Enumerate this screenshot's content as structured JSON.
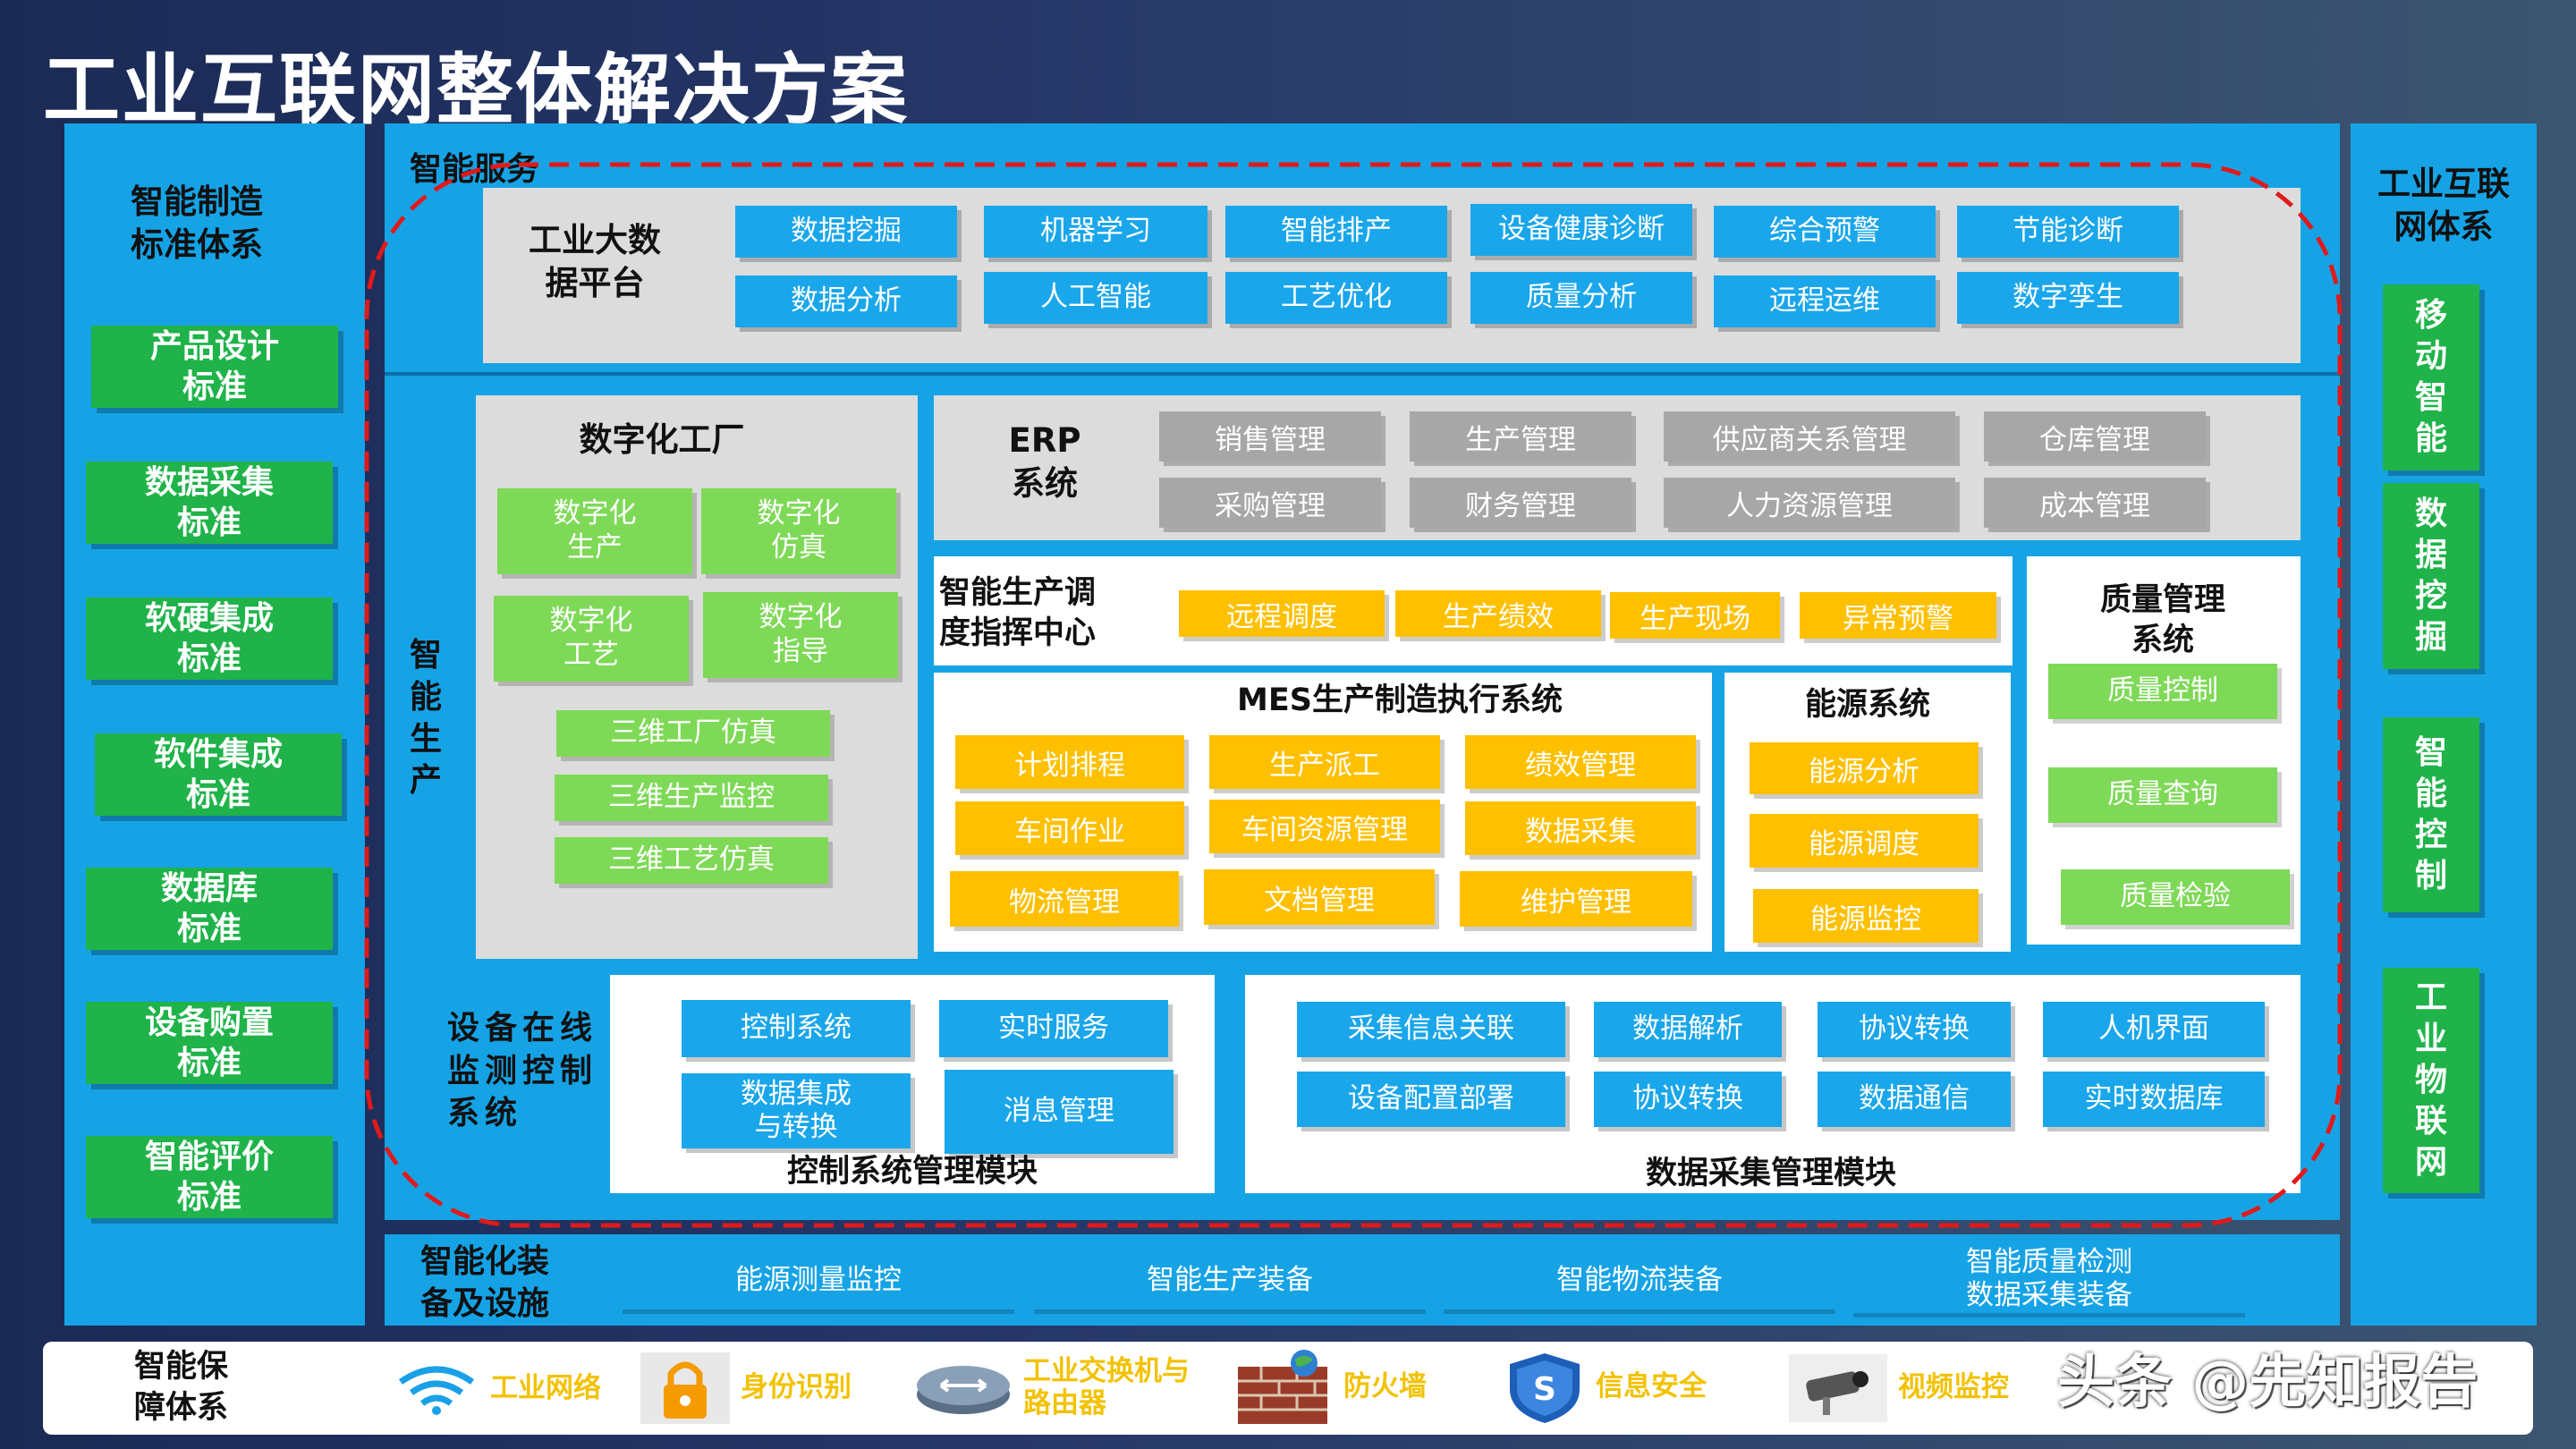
{
  "title": "工业互联网整体解决方案",
  "left_column": {
    "title": "智能制造\n标准体系",
    "items": [
      "产品设计\n标准",
      "数据采集\n标准",
      "软硬集成\n标准",
      "软件集成\n标准",
      "数据库\n标准",
      "设备购置\n标准",
      "智能评价\n标准"
    ]
  },
  "right_column": {
    "title": "工业互联\n网体系",
    "items": [
      "移动智能",
      "数据挖掘",
      "智能控制",
      "工业物联网"
    ]
  },
  "smart_service": {
    "label": "智能服务",
    "platform_label": "工业大数\n据平台",
    "row1": [
      "数据挖掘",
      "机器学习",
      "智能排产",
      "设备健康诊断",
      "综合预警",
      "节能诊断"
    ],
    "row2": [
      "数据分析",
      "人工智能",
      "工艺优化",
      "质量分析",
      "远程运维",
      "数字孪生"
    ]
  },
  "smart_production": {
    "label": "智能生产",
    "digital_factory": {
      "title": "数字化工厂",
      "grid": [
        "数字化\n生产",
        "数字化\n仿真",
        "数字化\n工艺",
        "数字化\n指导"
      ],
      "sims": [
        "三维工厂仿真",
        "三维生产监控",
        "三维工艺仿真"
      ]
    },
    "erp": {
      "label": "ERP\n系统",
      "row1": [
        "销售管理",
        "生产管理",
        "供应商关系管理",
        "仓库管理"
      ],
      "row2": [
        "采购管理",
        "财务管理",
        "人力资源管理",
        "成本管理"
      ]
    },
    "dispatch": {
      "label": "智能生产调\n度指挥中心",
      "items": [
        "远程调度",
        "生产绩效",
        "生产现场",
        "异常预警"
      ]
    },
    "mes": {
      "title": "MES生产制造执行系统",
      "items": [
        "计划排程",
        "生产派工",
        "绩效管理",
        "车间作业",
        "车间资源管理",
        "数据采集",
        "物流管理",
        "文档管理",
        "维护管理"
      ]
    },
    "energy": {
      "title": "能源系统",
      "items": [
        "能源分析",
        "能源调度",
        "能源监控"
      ]
    },
    "quality": {
      "title": "质量管理\n系统",
      "items": [
        "质量控制",
        "质量查询",
        "质量检验"
      ]
    },
    "monitoring": {
      "label": "设备在线\n监测控制\n系统",
      "control_module": {
        "title": "控制系统管理模块",
        "items": [
          "控制系统",
          "实时服务",
          "数据集成\n与转换",
          "消息管理"
        ]
      },
      "data_module": {
        "title": "数据采集管理模块",
        "row1": [
          "采集信息关联",
          "数据解析",
          "协议转换",
          "人机界面"
        ],
        "row2": [
          "设备配置部署",
          "协议转换",
          "数据通信",
          "实时数据库"
        ]
      }
    }
  },
  "facilities": {
    "label": "智能化装\n备及设施",
    "items": [
      "能源测量监控",
      "智能生产装备",
      "智能物流装备",
      "智能质量检测\n数据采集装备"
    ]
  },
  "security": {
    "label": "智能保\n障体系",
    "items": [
      {
        "icon": "wifi-icon",
        "label": "工业网络"
      },
      {
        "icon": "lock-icon",
        "label": "身份识别"
      },
      {
        "icon": "router-icon",
        "label": "工业交换机与\n路由器"
      },
      {
        "icon": "firewall-icon",
        "label": "防火墙"
      },
      {
        "icon": "shield-icon",
        "label": "信息安全"
      },
      {
        "icon": "camera-icon",
        "label": "视频监控"
      }
    ]
  },
  "watermark": "头条 @先知报告",
  "colors": {
    "panel": "#16a3e6",
    "green": "#1fb34a",
    "light_green": "#7ed957",
    "yellow": "#ffc000",
    "gray_button": "#a7a7a7",
    "dashed": "#e01a1a"
  }
}
